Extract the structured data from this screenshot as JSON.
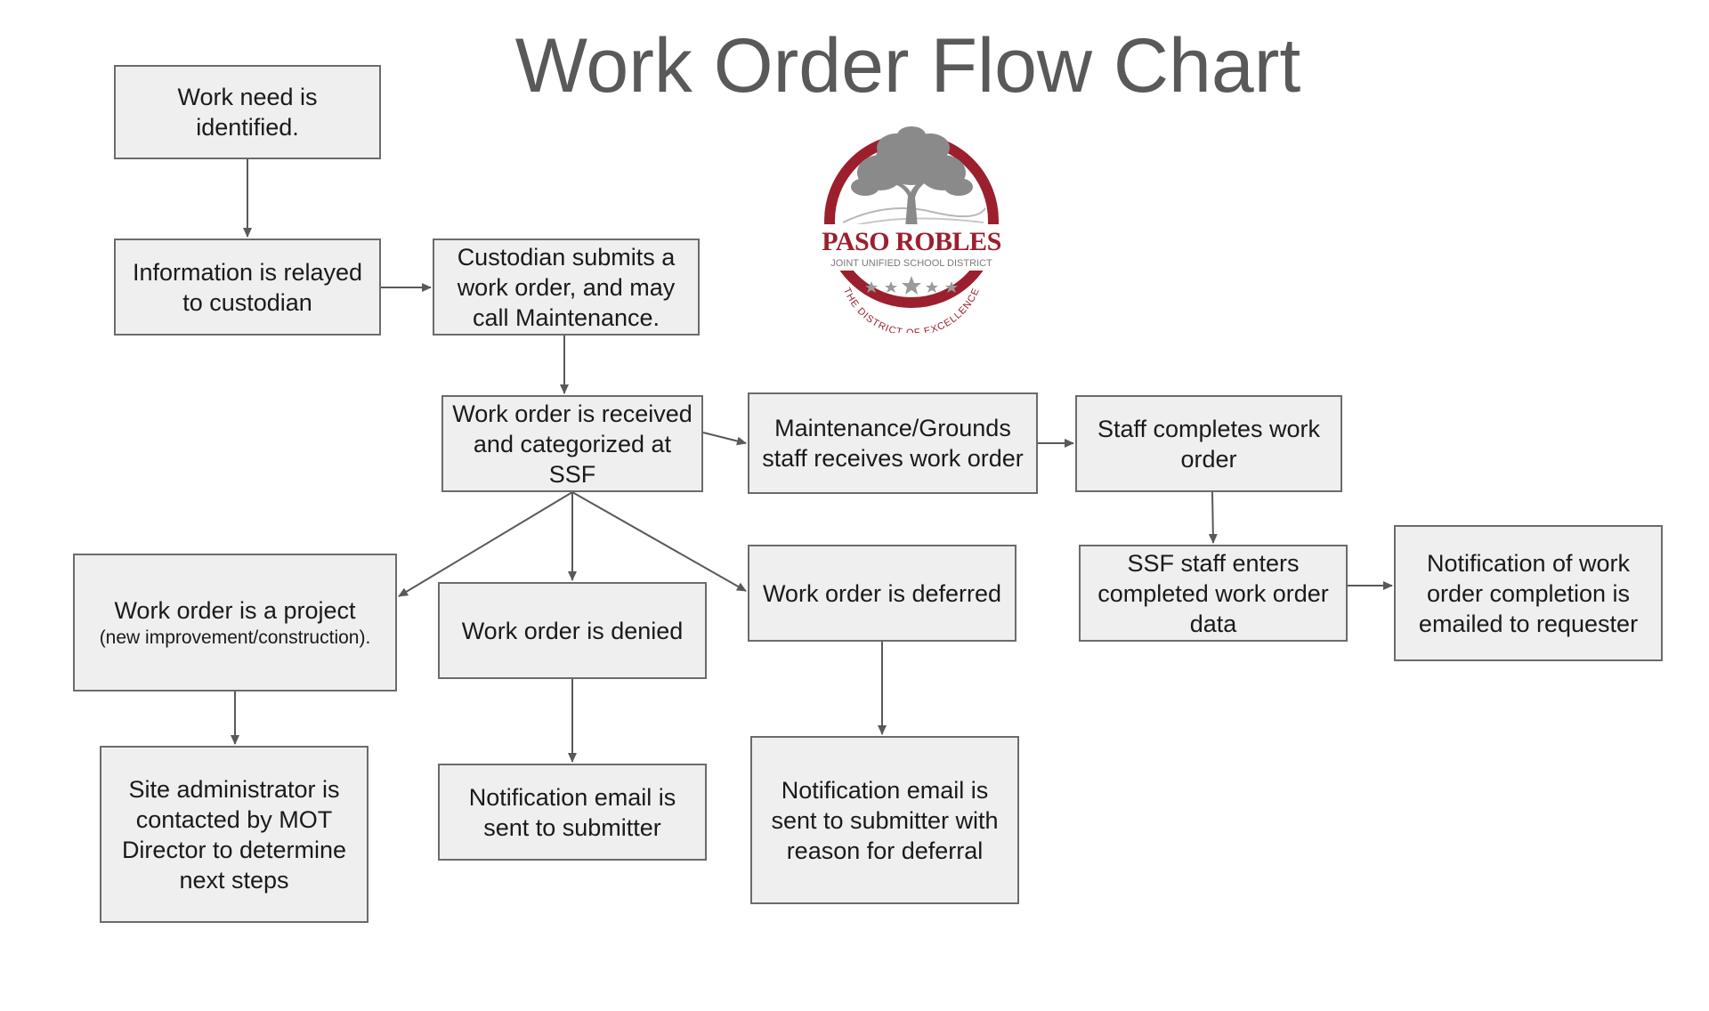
{
  "title": "Work Order Flow Chart",
  "logo": {
    "name": "PASO ROBLES",
    "district": "JOINT UNIFIED SCHOOL DISTRICT",
    "motto": "THE DISTRICT OF EXCELLENCE"
  },
  "nodes": {
    "work_need": {
      "text": "Work need is identified."
    },
    "info_relayed": {
      "text": "Information is relayed to custodian"
    },
    "custodian_submits": {
      "text": "Custodian submits a work order, and may call Maintenance."
    },
    "received": {
      "text": "Work order is received and categorized at SSF"
    },
    "maint_receives": {
      "text": "Maintenance/Grounds staff receives work order"
    },
    "staff_completes": {
      "text": "Staff completes work order"
    },
    "project": {
      "text": "Work order is a project",
      "sub": "(new improvement/construction)."
    },
    "denied": {
      "text": "Work order is denied"
    },
    "deferred": {
      "text": "Work order is deferred"
    },
    "ssf_enters": {
      "text": "SSF staff enters completed work order data"
    },
    "notify_completion": {
      "text": "Notification of work order completion is emailed to requester"
    },
    "site_admin": {
      "text": "Site administrator is contacted by MOT Director to determine next steps"
    },
    "notify_denied": {
      "text": "Notification email is sent to submitter"
    },
    "notify_deferred": {
      "text": "Notification email is sent to submitter with reason for deferral"
    }
  },
  "colors": {
    "node_fill": "#efefef",
    "node_border": "#6b6b6b",
    "arrow": "#595959",
    "title": "#595959",
    "logo_red": "#9c1f2e",
    "logo_gray": "#8a8a8a"
  }
}
